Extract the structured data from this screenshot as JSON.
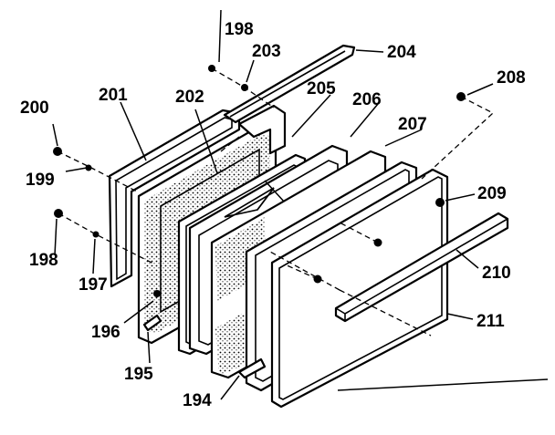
{
  "diagram": {
    "callouts": {
      "c194": "194",
      "c195": "195",
      "c196": "196",
      "c197": "197",
      "c198a": "198",
      "c198b": "198",
      "c199": "199",
      "c200": "200",
      "c201": "201",
      "c202": "202",
      "c203": "203",
      "c204": "204",
      "c205": "205",
      "c206": "206",
      "c207": "207",
      "c208": "208",
      "c209": "209",
      "c210": "210",
      "c211": "211"
    }
  }
}
